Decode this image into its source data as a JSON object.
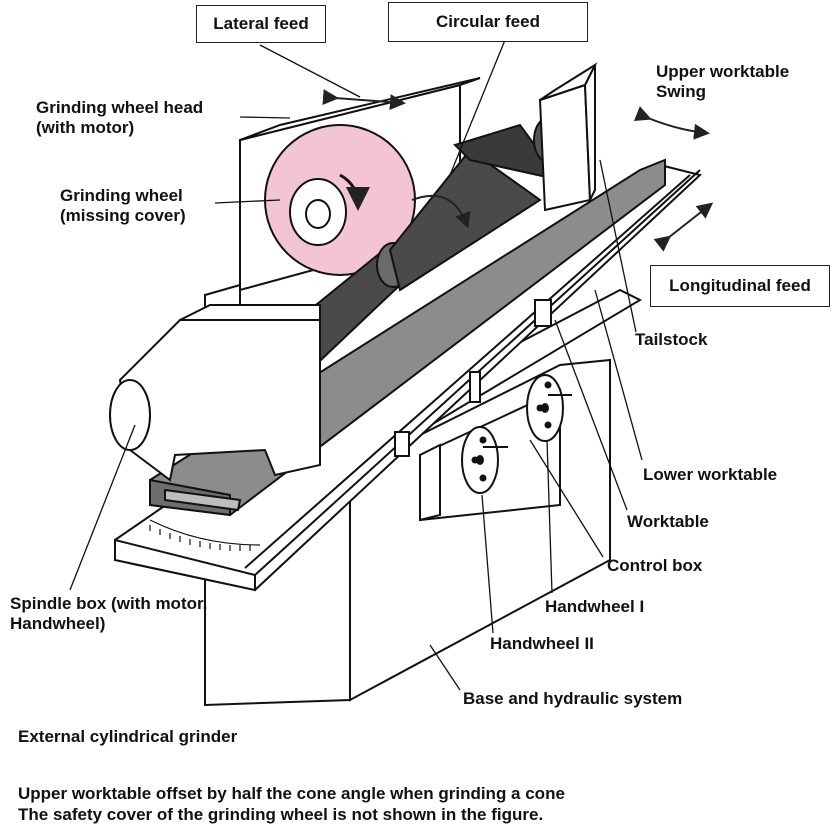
{
  "labels": {
    "lateral_feed": "Lateral feed",
    "circular_feed": "Circular feed",
    "upper_worktable_swing_line1": "Upper worktable",
    "upper_worktable_swing_line2": "Swing",
    "grinding_wheel_head_line1": "Grinding wheel head",
    "grinding_wheel_head_line2": "(with motor)",
    "grinding_wheel_line1": "Grinding wheel",
    "grinding_wheel_line2": "(missing cover)",
    "longitudinal_feed": "Longitudinal feed",
    "tailstock": "Tailstock",
    "lower_worktable": "Lower worktable",
    "worktable": "Worktable",
    "control_box": "Control box",
    "spindle_box_line1": "Spindle box (with motor,",
    "spindle_box_line2": "Handwheel)",
    "handwheel_1": "Handwheel I",
    "handwheel_2": "Handwheel II",
    "base_hydraulic": "Base and hydraulic system"
  },
  "caption": {
    "title": "External cylindrical grinder",
    "note_line1": "Upper worktable offset by half the cone angle when grinding a cone",
    "note_line2": "The safety cover of the grinding wheel is not shown in the figure."
  },
  "colors": {
    "grinding_wheel": "#f2c4d6",
    "workpiece": "#4a4a4a",
    "worktable": "#8c8c8c",
    "outline": "#111111"
  }
}
